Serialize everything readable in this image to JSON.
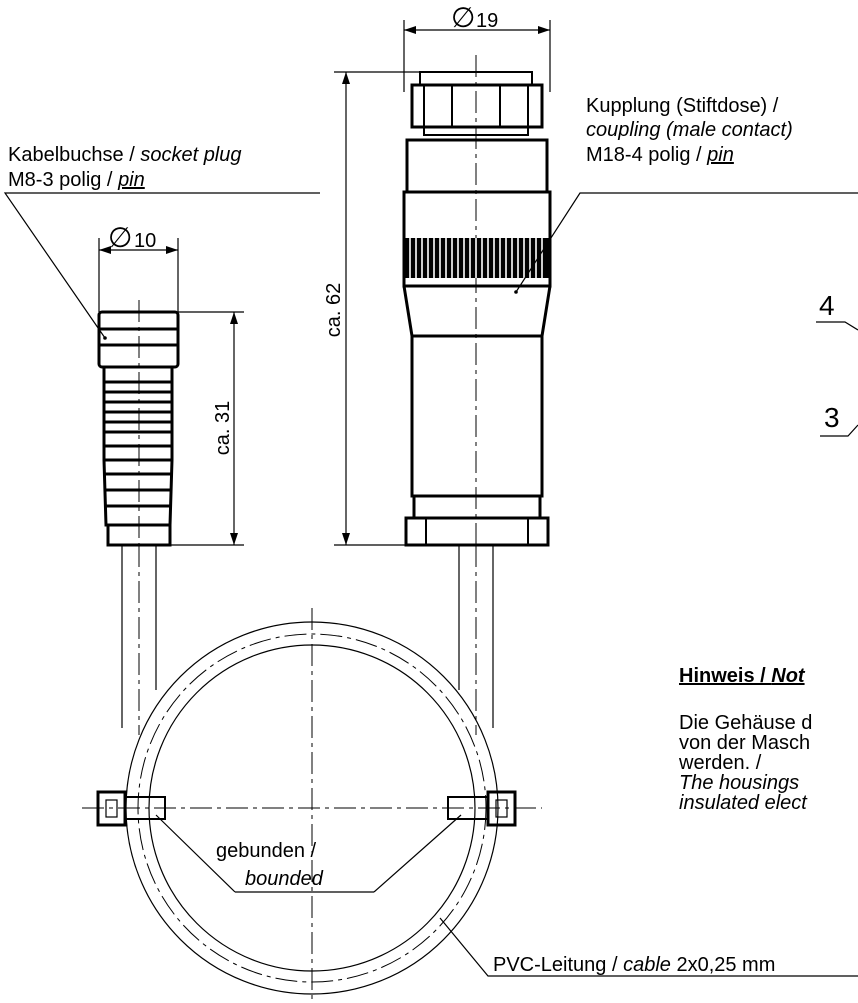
{
  "dimensions": {
    "coupling_diameter": "19",
    "plug_diameter": "10",
    "coupling_length": "ca. 62",
    "plug_length": "ca. 31",
    "diameter_symbol": "∅"
  },
  "labels": {
    "socket_plug": {
      "line1_de": "Kabelbuchse / ",
      "line1_en": "socket plug",
      "line2_de": "M8-3 polig / ",
      "line2_en": "pin"
    },
    "coupling": {
      "line1": "Kupplung (Stiftdose) /",
      "line2_en": "coupling (male contact)",
      "line3_de": "M18-4 polig / ",
      "line3_en": "pin"
    },
    "bounded": {
      "de": "gebunden /",
      "en": "bounded"
    },
    "cable": {
      "de": "PVC-Leitung / ",
      "en": "cable",
      "spec": " 2x0,25 mm"
    }
  },
  "pins": [
    "4",
    "3"
  ],
  "note": {
    "title_de": "Hinweis / ",
    "title_en": "Not",
    "line1": "Die Gehäuse d",
    "line2": "von der Masch",
    "line3": "werden. /",
    "line4": "The housings",
    "line5": "insulated elect"
  }
}
